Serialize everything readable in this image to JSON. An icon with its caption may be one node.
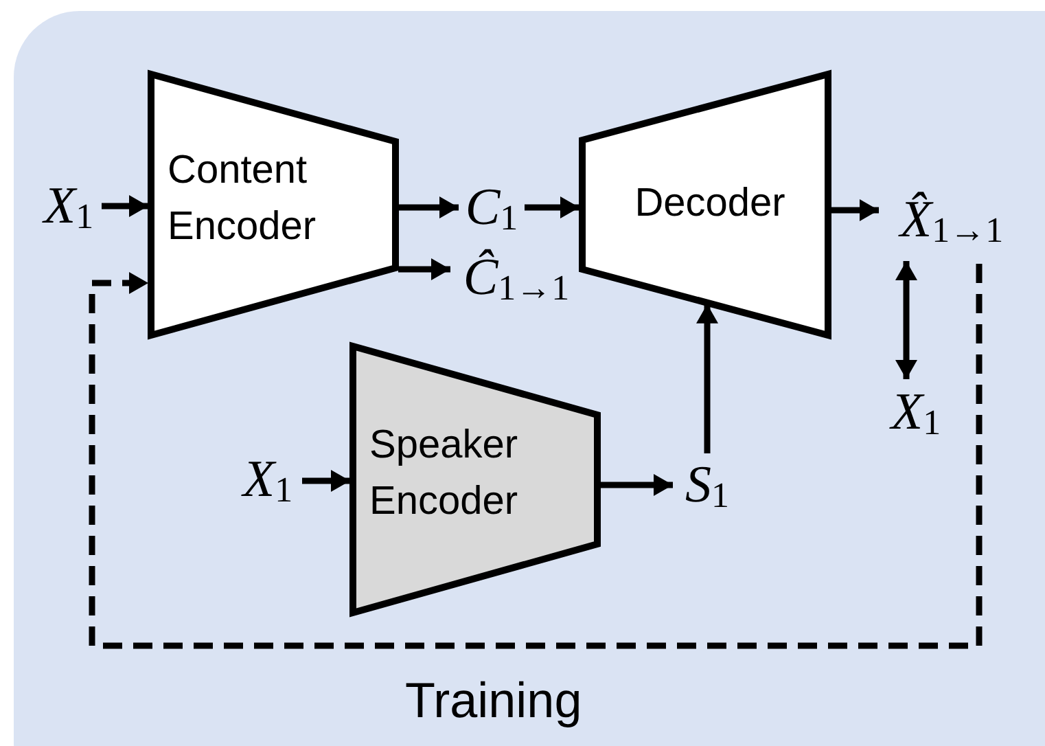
{
  "diagram": {
    "nodes": [
      {
        "text": [
          "Training"
        ]
      },
      {
        "text": [
          "*X*$_{1}$"
        ],
        "in": 0
      },
      {
        "text": [
          "Content Encoder"
        ],
        "in": 0
      },
      {
        "text": [
          "*C*$_{1}$"
        ],
        "in": 0
      },
      {
        "text": [
          "*Ĉ*$_{1→1}$"
        ],
        "in": 0
      },
      {
        "text": [
          "Decoder"
        ],
        "in": 0
      },
      {
        "text": [
          "*X̂*$_{1→1}$"
        ],
        "in": 0
      },
      {
        "text": [
          "*X*$_{1}$"
        ],
        "in": 0
      },
      {
        "text": [
          "*X*$_{1}$"
        ],
        "in": 0
      },
      {
        "text": [
          "Speaker Encoder"
        ],
        "in": 0
      },
      {
        "text": [
          "*S*$_{1}$"
        ],
        "in": 0
      }
    ],
    "edges": [
      {
        "from": 1,
        "to": 2,
        "arrow": "to"
      },
      {
        "from": 2,
        "to": 3,
        "arrow": "to"
      },
      {
        "from": 2,
        "to": 4,
        "arrow": "to"
      },
      {
        "from": 3,
        "to": 5,
        "arrow": "to"
      },
      {
        "from": 5,
        "to": 6,
        "arrow": "to"
      },
      {
        "from": 6,
        "to": 7,
        "arrow": "both"
      },
      {
        "from": 8,
        "to": 9,
        "arrow": "to"
      },
      {
        "from": 9,
        "to": 10,
        "arrow": "to"
      },
      {
        "from": 10,
        "to": 5,
        "arrow": "to"
      },
      {
        "from": 6,
        "to": 2,
        "arrow": "to",
        "style": "dashed"
      }
    ]
  }
}
